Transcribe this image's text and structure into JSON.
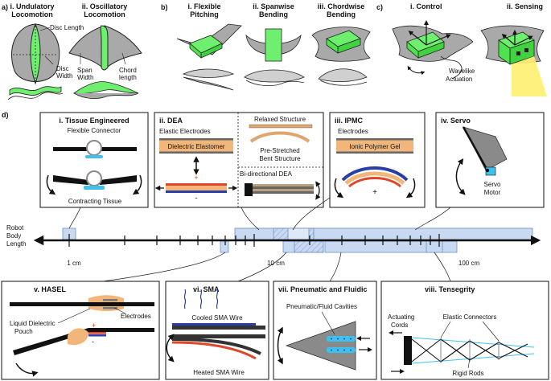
{
  "panel_a": {
    "letter": "a)",
    "i": {
      "title": "i. Undulatory",
      "title2": "Locomotion",
      "disc_length": "Disc Length",
      "disc_width_1": "Disc",
      "disc_width_2": "Width"
    },
    "ii": {
      "title": "ii. Oscillatory",
      "title2": "Locomotion",
      "span_1": "Span",
      "span_2": "Width",
      "chord_1": "Chord",
      "chord_2": "length"
    }
  },
  "panel_b": {
    "letter": "b)",
    "i": {
      "title": "i. Flexible",
      "title2": "Pitching"
    },
    "ii": {
      "title": "ii. Spanwise",
      "title2": "Bending"
    },
    "iii": {
      "title": "iii. Chordwise",
      "title2": "Bending"
    }
  },
  "panel_c": {
    "letter": "c)",
    "i": {
      "title": "i. Control",
      "wave_1": "Wavelike",
      "wave_2": "Actuation"
    },
    "ii": {
      "title": "ii. Sensing"
    }
  },
  "panel_d": {
    "letter": "d)",
    "axis_label_1": "Robot",
    "axis_label_2": "Body",
    "axis_label_3": "Length",
    "ticks": [
      "1 cm",
      "10 cm",
      "100 cm"
    ],
    "tissue": {
      "title": "i. Tissue Engineered",
      "connector": "Flexible Connector",
      "contracting": "Contracting Tissue"
    },
    "dea": {
      "title": "ii. DEA",
      "electrodes": "Elastic Electrodes",
      "elastomer": "Dielectric Elastomer",
      "relaxed": "Relaxed Structure",
      "prestretched_1": "Pre-Stretched",
      "prestretched_2": "Bent Structure",
      "bidirectional": "Bi-directional DEA",
      "plus": "+",
      "minus": "-"
    },
    "ipmc": {
      "title": "iii. IPMC",
      "electrodes": "Electrodes",
      "gel": "Ionic Polymer Gel",
      "plus": "+",
      "minus": "-"
    },
    "servo": {
      "title": "iv. Servo",
      "motor_1": "Servo",
      "motor_2": "Motor"
    },
    "hasel": {
      "title": "v. HASEL",
      "electrodes": "Electrodes",
      "liquid_1": "Liquid Dielectric",
      "liquid_2": "Pouch",
      "plus": "+",
      "minus": "-"
    },
    "sma": {
      "title": "vi. SMA",
      "cooled": "Cooled SMA Wire",
      "heated": "Heated SMA Wire"
    },
    "pneumatic": {
      "title": "vii. Pneumatic and Fluidic",
      "cavities": "Pneumatic/Fluid Cavities"
    },
    "tensegrity": {
      "title": "viii. Tensegrity",
      "cords_1": "Actuating",
      "cords_2": "Cords",
      "connectors": "Elastic Connectors",
      "rods": "Rigid Rods"
    }
  },
  "colors": {
    "fin_green": "#6ef06e",
    "fin_gray": "#a9a9a9",
    "box_blue": "#c9d9f1",
    "elastomer_orange": "#f3b67a",
    "cyan": "#3fc1f0",
    "red": "#e0452a",
    "navy": "#2a3ea8"
  }
}
